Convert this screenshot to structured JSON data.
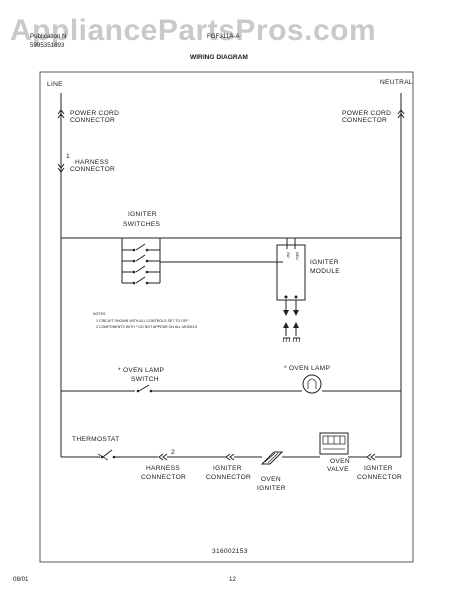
{
  "watermark": "AppliancePartsPros.com",
  "header": {
    "left_line1": "Publication N",
    "left_line2": "5995351893",
    "model": "FGF311A-A",
    "title": "WIRING DIAGRAM"
  },
  "labels": {
    "line": "LINE",
    "neutral": "NEUTRAL",
    "power_cord_left": [
      "POWER CORD",
      "CONNECTOR"
    ],
    "power_cord_right": [
      "POWER CORD",
      "CONNECTOR"
    ],
    "harness_top_num": "1",
    "harness_top": [
      "HARNESS",
      "CONNECTOR"
    ],
    "igniter_switches": [
      "IGNITER",
      "SWITCHES"
    ],
    "igniter_module": [
      "IGNITER",
      "MODULE"
    ],
    "module_pins": [
      "SW",
      "NEU"
    ],
    "notes_title": "NOTES",
    "notes": [
      "1  CIRCUIT SHOWN WITH ALL CONTROLS SET TO OFF",
      "2  COMPONENTS WITH * DO NOT APPEAR ON ALL MODELS"
    ],
    "oven_lamp_switch": [
      "* OVEN LAMP",
      "SWITCH"
    ],
    "oven_lamp": "* OVEN LAMP",
    "thermostat": "THERMOSTAT",
    "harness_bottom_num": "2",
    "harness_bottom": [
      "HARNESS",
      "CONNECTOR"
    ],
    "igniter_conn_mid": [
      "IGNITER",
      "CONNECTOR"
    ],
    "oven_igniter": [
      "OVEN",
      "IGNITER"
    ],
    "oven_valve": [
      "OVEN",
      "VALVE"
    ],
    "igniter_conn_right": [
      "IGNITER",
      "CONNECTOR"
    ],
    "part_number": "316002153"
  },
  "footer": {
    "date": "08/01",
    "page": "12"
  }
}
